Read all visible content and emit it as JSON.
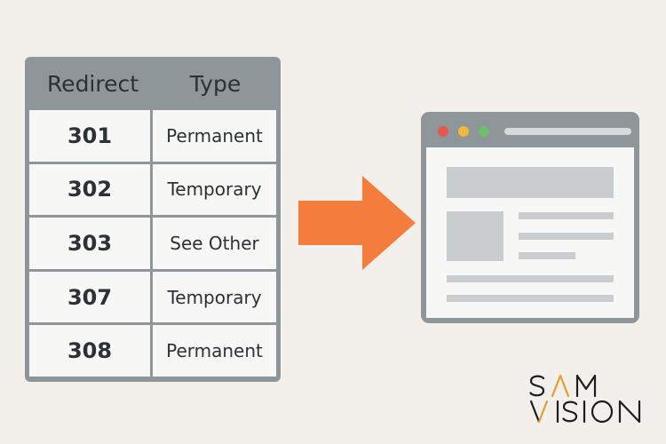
{
  "table": {
    "headers": [
      "Redirect",
      "Type"
    ],
    "rows": [
      {
        "code": "301",
        "type": "Permanent"
      },
      {
        "code": "302",
        "type": "Temporary"
      },
      {
        "code": "303",
        "type": "See Other"
      },
      {
        "code": "307",
        "type": "Temporary"
      },
      {
        "code": "308",
        "type": "Permanent"
      }
    ]
  },
  "arrow": {
    "direction": "right",
    "color": "#f47c3c"
  },
  "browser": {
    "window_dots": [
      "#e8584a",
      "#f2b83a",
      "#6cc06a"
    ],
    "frame_color": "#8e969a"
  },
  "logo": {
    "line1": "SAM",
    "line2": "VISION",
    "accent_color": "#e0a030"
  }
}
